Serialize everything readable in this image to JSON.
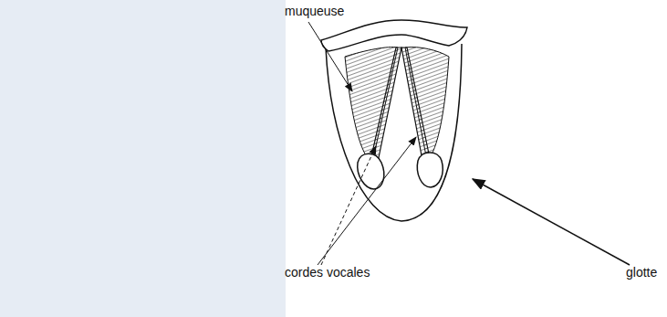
{
  "diagram": {
    "labels": [
      "muqueuse",
      "cordes vocales",
      "glotte"
    ]
  }
}
